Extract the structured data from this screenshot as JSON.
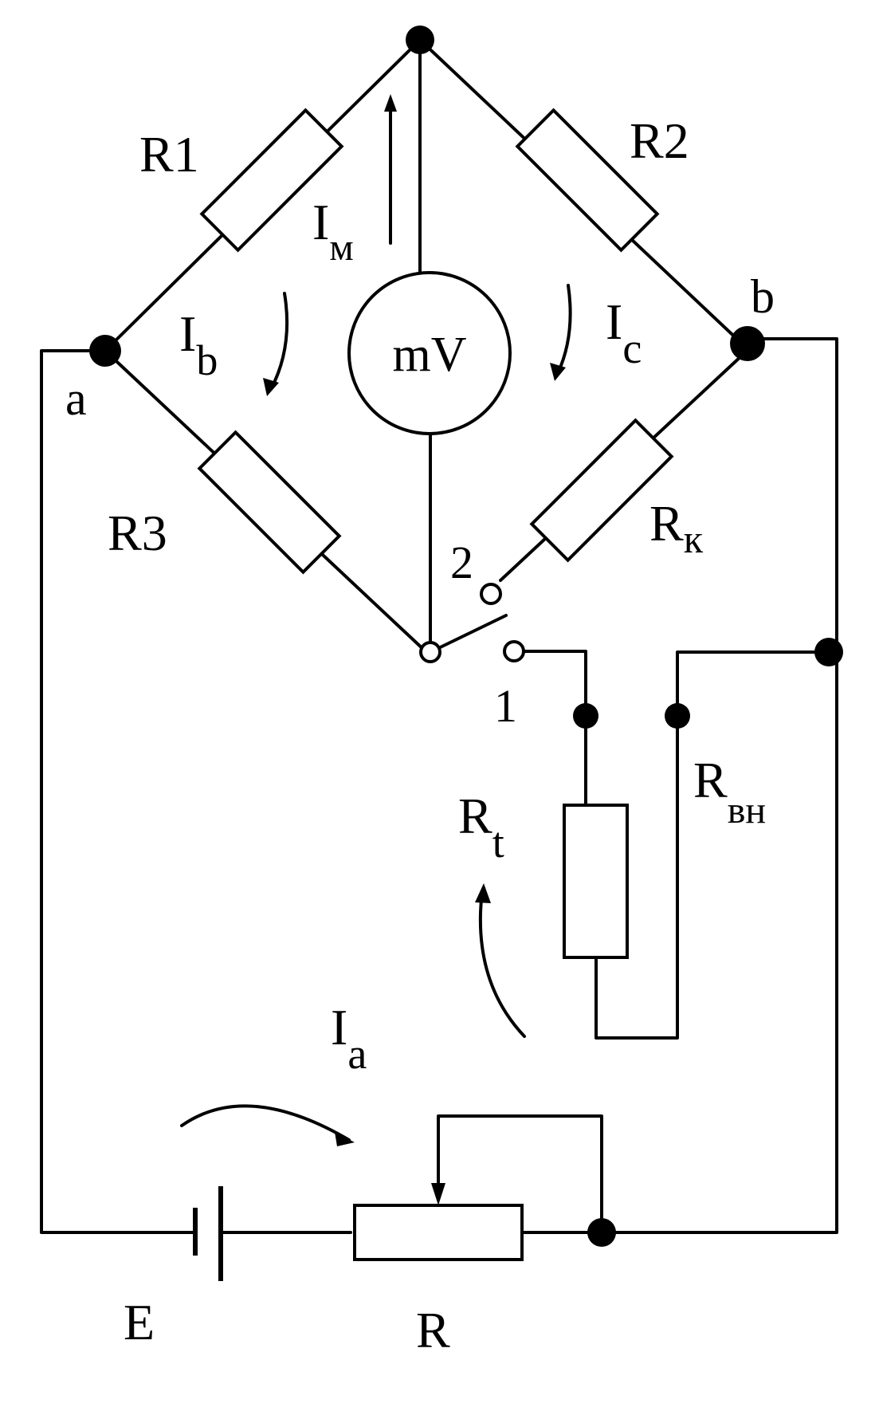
{
  "labels": {
    "R1": "R1",
    "R2": "R2",
    "R3": "R3",
    "Rk_main": "R",
    "Rk_sub": "к",
    "Rt_main": "R",
    "Rt_sub": "t",
    "Rvn_main": "R",
    "Rvn_sub": "вн",
    "R": "R",
    "E": "E",
    "meter": "mV",
    "node_a": "a",
    "node_b": "b",
    "switch_pos_1": "1",
    "switch_pos_2": "2",
    "Im_main": "I",
    "Im_sub": "м",
    "Ib_main": "I",
    "Ib_sub": "b",
    "Ic_main": "I",
    "Ic_sub": "c",
    "Ia_main": "I",
    "Ia_sub": "a"
  }
}
